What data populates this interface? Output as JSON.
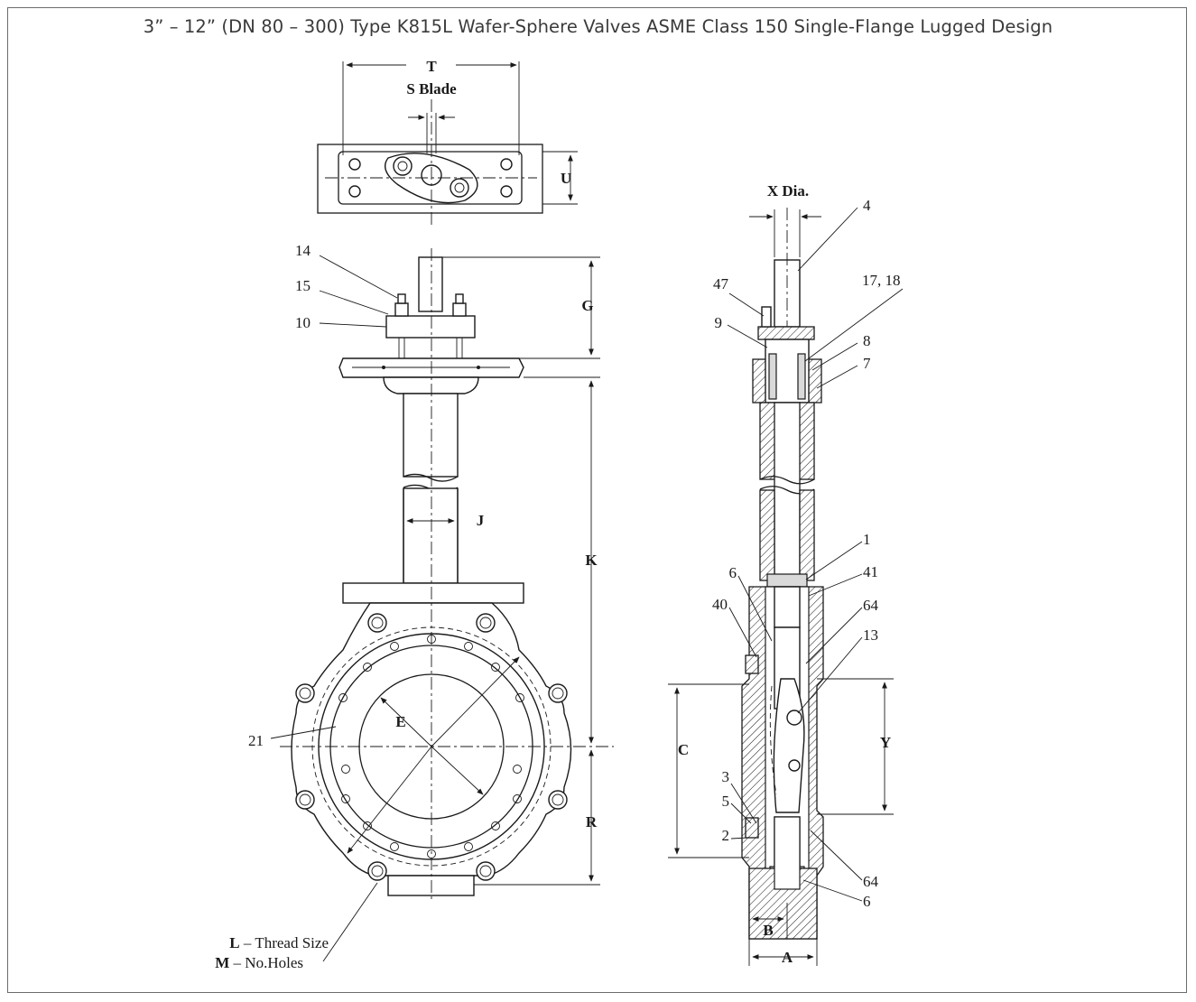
{
  "title": "3” – 12” (DN 80 – 300) Type K815L Wafer-Sphere Valves ASME Class 150 Single-Flange Lugged Design",
  "dimensions": {
    "T": "T",
    "S_blade": "S Blade",
    "U": "U",
    "G": "G",
    "J": "J",
    "K": "K",
    "E": "E",
    "R": "R",
    "C": "C",
    "Y": "Y",
    "A": "A",
    "B": "B",
    "X_dia": "X Dia."
  },
  "callouts": {
    "thread_label_bold": "L",
    "thread_label_rest": " – Thread Size",
    "holes_label_bold": "M",
    "holes_label_rest": " – No.Holes"
  },
  "front_parts": [
    "14",
    "15",
    "10",
    "21"
  ],
  "side_parts": [
    "4",
    "47",
    "17, 18",
    "9",
    "8",
    "7",
    "1",
    "41",
    "6",
    "40",
    "64",
    "13",
    "3",
    "5",
    "2",
    "64",
    "6"
  ],
  "colors": {
    "frame": "#6b6b6b",
    "ink": "#1a1a1a",
    "title": "#3a3a3a"
  }
}
